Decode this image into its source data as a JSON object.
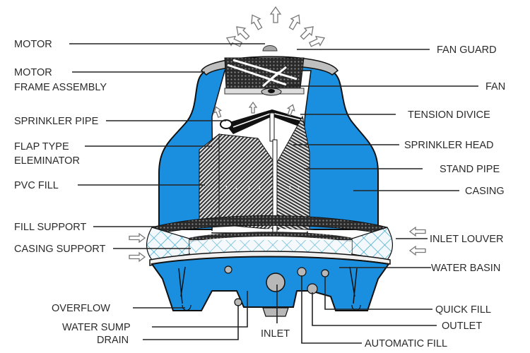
{
  "diagram": {
    "title": "Cooling Tower Components",
    "colors": {
      "casing": "#1a8fe0",
      "outline": "#111111",
      "label_text": "#2b2b2b",
      "louver_mesh": "#2aa0c8",
      "fittings": "#b8b8b8"
    },
    "labels_left": [
      {
        "id": "motor",
        "text": "MOTOR"
      },
      {
        "id": "motor-frame-assembly-1",
        "text": "MOTOR"
      },
      {
        "id": "motor-frame-assembly-2",
        "text": "FRAME ASSEMBLY"
      },
      {
        "id": "sprinkler-pipe",
        "text": "SPRINKLER PIPE"
      },
      {
        "id": "flap-type-eliminator-1",
        "text": "FLAP TYPE"
      },
      {
        "id": "flap-type-eliminator-2",
        "text": "ELEMINATOR"
      },
      {
        "id": "pvc-fill",
        "text": "PVC FILL"
      },
      {
        "id": "fill-support",
        "text": "FILL SUPPORT"
      },
      {
        "id": "casing-support",
        "text": "CASING SUPPORT"
      },
      {
        "id": "overflow",
        "text": "OVERFLOW"
      },
      {
        "id": "water-sump",
        "text": "WATER SUMP"
      },
      {
        "id": "drain",
        "text": "DRAIN"
      }
    ],
    "labels_right": [
      {
        "id": "fan-guard",
        "text": "FAN GUARD"
      },
      {
        "id": "fan",
        "text": "FAN"
      },
      {
        "id": "tension-device",
        "text": "TENSION DIVICE"
      },
      {
        "id": "sprinkler-head",
        "text": "SPRINKLER HEAD"
      },
      {
        "id": "stand-pipe",
        "text": "STAND PIPE"
      },
      {
        "id": "casing",
        "text": "CASING"
      },
      {
        "id": "inlet-louver",
        "text": "INLET LOUVER"
      },
      {
        "id": "water-basin",
        "text": "WATER BASIN"
      },
      {
        "id": "quick-fill",
        "text": "QUICK FILL"
      },
      {
        "id": "outlet",
        "text": "OUTLET"
      },
      {
        "id": "automatic-fill",
        "text": "AUTOMATIC FILL"
      }
    ],
    "labels_bottom": [
      {
        "id": "inlet",
        "text": "INLET"
      }
    ],
    "icons": {
      "airflow_out": "hollow-arrow-up",
      "airflow_in_left": "hollow-arrow-right",
      "airflow_in_right": "hollow-arrow-left"
    }
  }
}
